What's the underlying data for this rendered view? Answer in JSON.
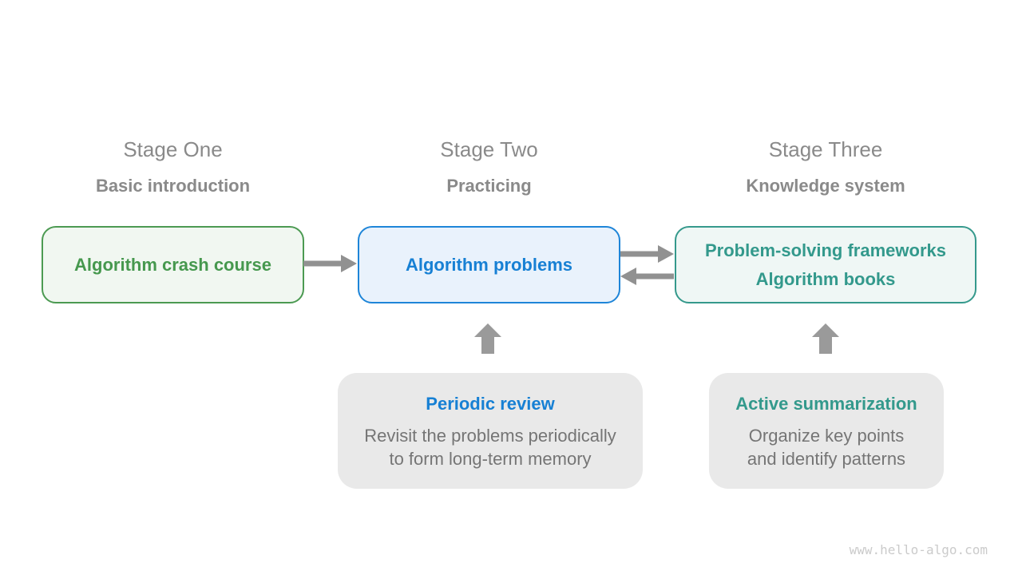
{
  "diagram": {
    "watermark": "www.hello-algo.com"
  },
  "stages": [
    {
      "title": "Stage One",
      "subtitle": "Basic introduction",
      "box_lines": [
        "Algorithm crash course"
      ],
      "accent": "#46984e",
      "border": "#4c9a52",
      "box_bg": "#f1f7f1"
    },
    {
      "title": "Stage Two",
      "subtitle": "Practicing",
      "box_lines": [
        "Algorithm problems"
      ],
      "accent": "#1780d4",
      "border": "#1e85d8",
      "box_bg": "#e9f2fc"
    },
    {
      "title": "Stage Three",
      "subtitle": "Knowledge system",
      "box_lines": [
        "Problem-solving frameworks",
        "Algorithm books"
      ],
      "accent": "#33998c",
      "border": "#35998c",
      "box_bg": "#eff7f5"
    }
  ],
  "notes": [
    {
      "title": "Periodic review",
      "title_color": "#1780d4",
      "body_lines": [
        "Revisit the problems periodically",
        "to form long-term memory"
      ]
    },
    {
      "title": "Active summarization",
      "title_color": "#33998c",
      "body_lines": [
        "Organize key points",
        "and identify patterns"
      ]
    }
  ],
  "colors": {
    "stage_heading": "#8a8a8a",
    "note_body_text": "#757575",
    "note_background": "#e9e9e9",
    "arrow_gray": "#919191",
    "up_arrow_gray": "#9a9a9a",
    "watermark_gray": "#cbcbcb"
  }
}
